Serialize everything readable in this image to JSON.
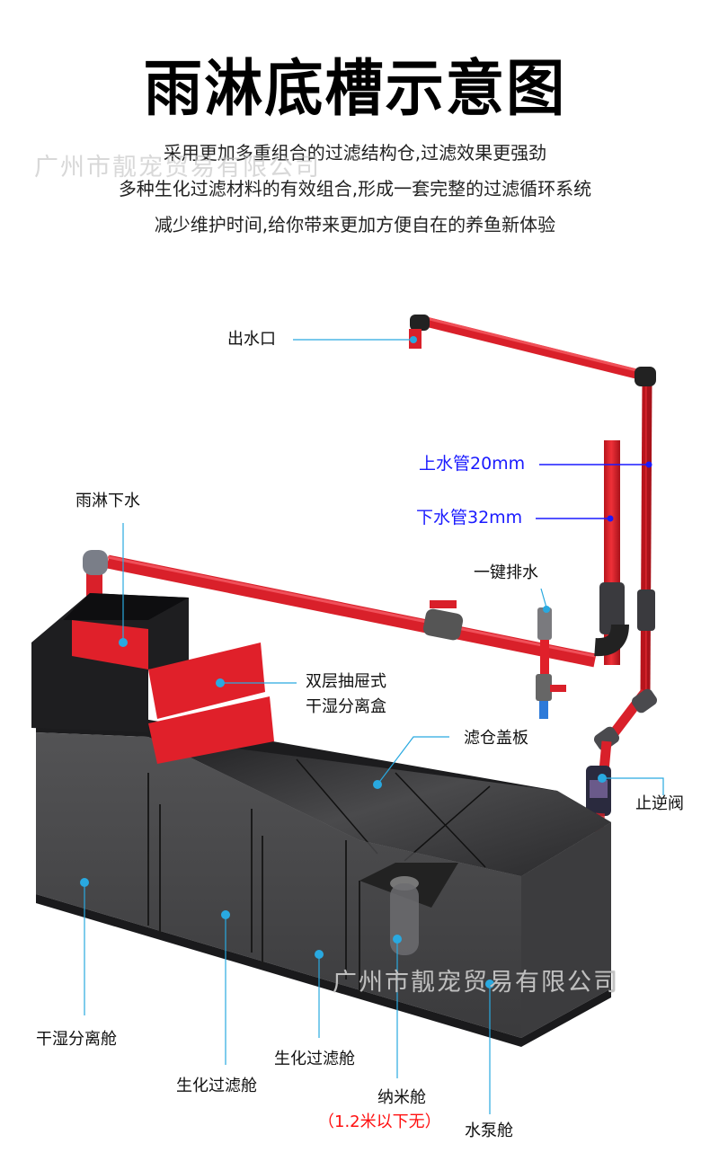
{
  "header": {
    "title": "雨淋底槽示意图",
    "subtitles": [
      "采用更加多重组合的过滤结构仓,过滤效果更强劲",
      "多种生化过滤材料的有效组合,形成一套完整的过滤循环系统",
      "减少维护时间,给你带来更加方便自在的养鱼新体验"
    ]
  },
  "watermark": "广州市靓宠贸易有限公司",
  "labels": {
    "outlet": "出水口",
    "inlet_pipe": "上水管20mm",
    "drain_pipe": "下水管32mm",
    "rain_drain": "雨淋下水",
    "one_key_drain": "一键排水",
    "drawer_box_line1": "双层抽屉式",
    "drawer_box_line2": "干湿分离盒",
    "cover_plate": "滤仓盖板",
    "check_valve": "止逆阀",
    "dry_wet_chamber": "干湿分离舱",
    "bio_chamber_1": "生化过滤舱",
    "bio_chamber_2": "生化过滤舱",
    "nano_chamber": "纳米舱",
    "nano_note": "（1.2米以下无）",
    "pump_chamber": "水泵舱"
  },
  "colors": {
    "pipe_red": "#e0202a",
    "leader_cyan": "#29a9e0",
    "leader_blue": "#1a1aff",
    "tank_dark": "#3a3a3c",
    "note_red": "#ff1010"
  }
}
